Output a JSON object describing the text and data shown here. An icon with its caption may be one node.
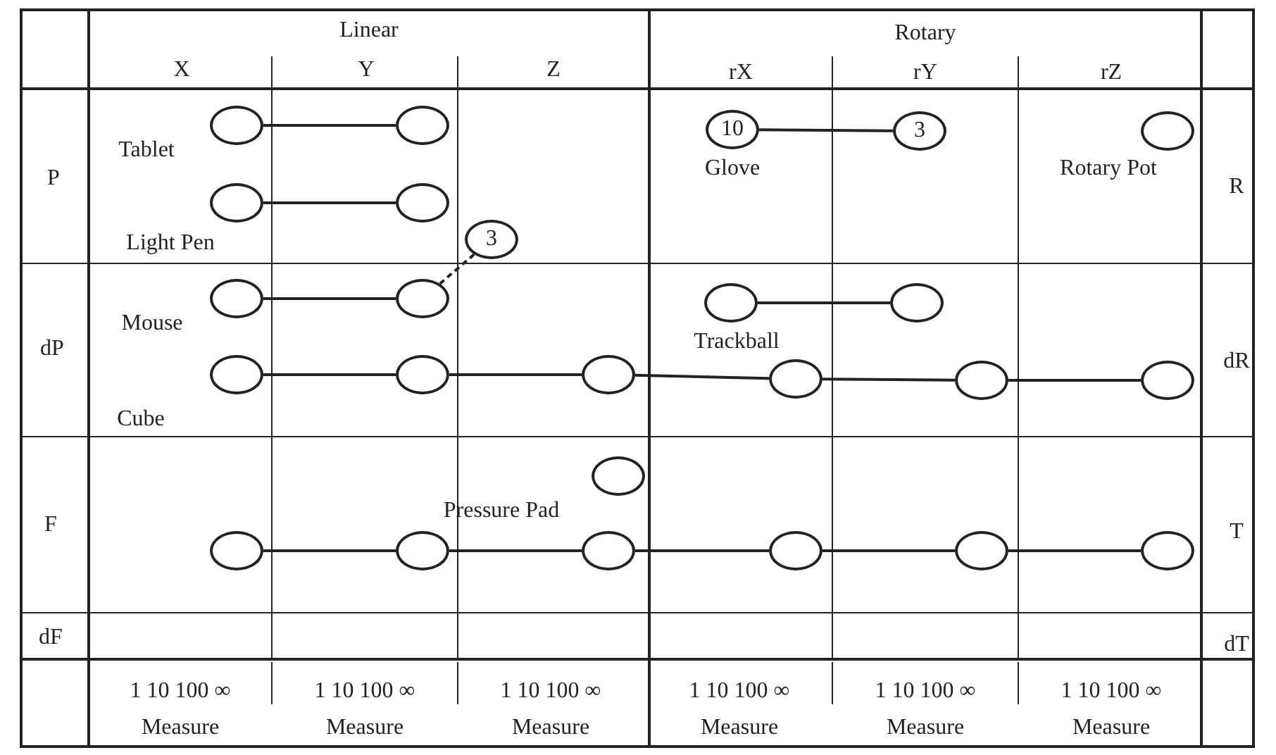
{
  "diagram": {
    "nodes": [
      {
        "text": [],
        "shape": "circle"
      },
      {
        "text": [],
        "shape": "circle"
      },
      {
        "text": [
          "10"
        ]
      },
      {
        "text": [
          "3"
        ]
      },
      {
        "text": [],
        "shape": "circle"
      },
      {
        "text": [],
        "shape": "circle"
      },
      {
        "text": [],
        "shape": "circle"
      },
      {
        "text": [
          "3"
        ]
      },
      {
        "text": [],
        "shape": "circle"
      },
      {
        "text": [],
        "shape": "circle"
      },
      {
        "text": [],
        "shape": "circle"
      },
      {
        "text": [],
        "shape": "circle"
      },
      {
        "text": [],
        "shape": "circle"
      },
      {
        "text": [],
        "shape": "circle"
      },
      {
        "text": [],
        "shape": "circle"
      },
      {
        "text": [],
        "shape": "circle"
      },
      {
        "text": [],
        "shape": "circle"
      },
      {
        "text": [],
        "shape": "circle"
      },
      {
        "text": [],
        "shape": "circle"
      },
      {
        "text": [],
        "shape": "circle"
      },
      {
        "text": [],
        "shape": "circle"
      },
      {
        "text": [],
        "shape": "circle"
      },
      {
        "text": [],
        "shape": "circle"
      },
      {
        "text": [],
        "shape": "circle"
      },
      {
        "text": [],
        "shape": "circle"
      }
    ],
    "edges": [
      {
        "from": 0,
        "to": 1,
        "arrow": "none"
      },
      {
        "from": 2,
        "to": 3,
        "arrow": "none"
      },
      {
        "from": 5,
        "to": 6,
        "arrow": "none"
      },
      {
        "from": 7,
        "to": 9,
        "arrow": "none",
        "style": "dashed"
      },
      {
        "from": 8,
        "to": 9,
        "arrow": "none"
      },
      {
        "from": 10,
        "to": 11,
        "arrow": "none"
      },
      {
        "from": 12,
        "to": 13,
        "arrow": "none"
      },
      {
        "from": 13,
        "to": 14,
        "arrow": "none"
      },
      {
        "from": 14,
        "to": 15,
        "arrow": "none"
      },
      {
        "from": 15,
        "to": 16,
        "arrow": "none"
      },
      {
        "from": 16,
        "to": 17,
        "arrow": "none"
      },
      {
        "from": 19,
        "to": 20,
        "arrow": "none"
      },
      {
        "from": 20,
        "to": 21,
        "arrow": "none"
      },
      {
        "from": 21,
        "to": 22,
        "arrow": "none"
      },
      {
        "from": 22,
        "to": 23,
        "arrow": "none"
      },
      {
        "from": 23,
        "to": 24,
        "arrow": "none"
      }
    ],
    "labels": [
      "Linear",
      "Rotary",
      "X",
      "Y",
      "Z",
      "rX",
      "rY",
      "rZ",
      "P",
      "Tablet",
      "Glove",
      "Rotary Pot",
      "R",
      "Light Pen",
      "dP",
      "Mouse",
      "Trackball",
      "dR",
      "Cube",
      "Pressure Pad",
      "F",
      "T",
      "dF",
      "dT",
      "1 10 100 ∞",
      "1 10 100 ∞",
      "1 10 100 ∞",
      "1 10 100 ∞",
      "1 10 100 ∞",
      "1 10 100 ∞",
      "Measure",
      "Measure",
      "Measure",
      "Measure",
      "Measure",
      "Measure"
    ]
  }
}
